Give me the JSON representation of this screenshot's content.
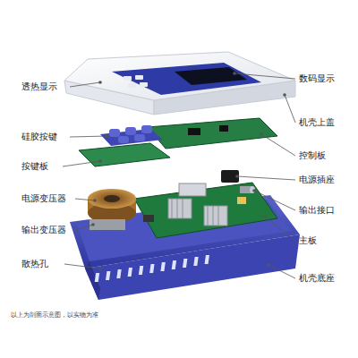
{
  "diagram": {
    "labels": [
      "透热显示",
      "硅胶按键",
      "按键板",
      "电源变压器",
      "输出变压器",
      "散热孔",
      "数码显示",
      "机壳上盖",
      "控制板",
      "电源插座",
      "输出接口",
      "主板",
      "机壳底座",
      "以上为剖面示意图，以实物为准"
    ]
  }
}
